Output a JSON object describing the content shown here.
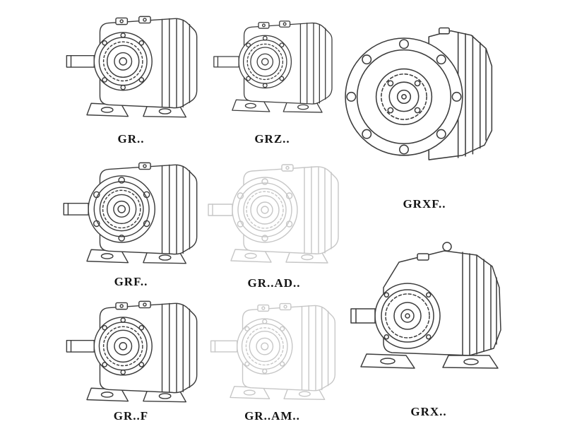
{
  "colors": {
    "background": "#ffffff",
    "line_color": "#3c3c3c",
    "faint_line_color": "#c6c6c6",
    "label_color": "#141414"
  },
  "catalog": {
    "description": "grid of technical line drawings of helical gear reducers"
  },
  "products": [
    {
      "id": "gr",
      "label": "GR..",
      "drawing": "foot-mounted-side-view",
      "style": "solid"
    },
    {
      "id": "grz",
      "label": "GRZ..",
      "drawing": "foot-mounted-side-view",
      "style": "solid"
    },
    {
      "id": "grxf",
      "label": "GRXF..",
      "drawing": "flange-front-view",
      "style": "solid"
    },
    {
      "id": "grf",
      "label": "GRF..",
      "drawing": "flange-side-view",
      "style": "solid"
    },
    {
      "id": "gr-ad",
      "label": "GR..AD..",
      "drawing": "adapter-side-view",
      "style": "faint"
    },
    {
      "id": "grx",
      "label": "GRX..",
      "drawing": "large-foot-mounted-side-view",
      "style": "solid"
    },
    {
      "id": "gr-f",
      "label": "GR..F",
      "drawing": "foot-mounted-side-view",
      "style": "solid"
    },
    {
      "id": "gr-am",
      "label": "GR..AM..",
      "drawing": "motor-adapter-side-view",
      "style": "faint"
    }
  ]
}
